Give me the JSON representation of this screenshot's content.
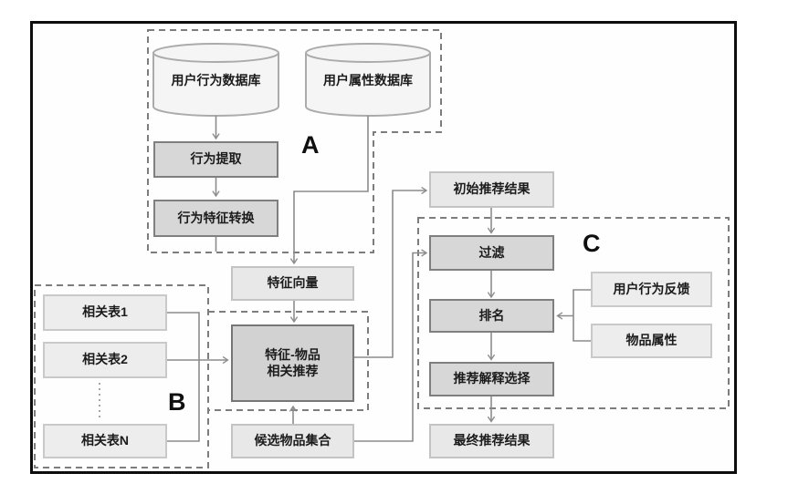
{
  "diagram_type": "flowchart",
  "section_labels": {
    "a": "A",
    "b": "B",
    "c": "C"
  },
  "databases": {
    "user_behavior_db": "用户行为数据库",
    "user_attribute_db": "用户属性数据库"
  },
  "nodes": {
    "behavior_extraction": "行为提取",
    "behavior_feature_conversion": "行为特征转换",
    "feature_vector": "特征向量",
    "feature_item_line1": "特征-物品",
    "feature_item_line2": "相关推荐",
    "initial_results": "初始推荐结果",
    "filter": "过滤",
    "ranking": "排名",
    "explanation_selection": "推荐解释选择",
    "final_results": "最终推荐结果",
    "candidate_items": "候选物品集合",
    "related_table_1": "相关表1",
    "related_table_2": "相关表2",
    "related_table_n": "相关表N",
    "user_behavior_feedback": "用户行为反馈",
    "item_attributes": "物品属性"
  },
  "edges": [
    {
      "from": "user_behavior_db",
      "to": "behavior_extraction"
    },
    {
      "from": "behavior_extraction",
      "to": "behavior_feature_conversion"
    },
    {
      "from": "behavior_feature_conversion",
      "to": "section_a_border"
    },
    {
      "from": "user_attribute_db",
      "to": "feature_vector"
    },
    {
      "from": "feature_vector",
      "to": "feature_item_recommendation"
    },
    {
      "from": "related_table_1",
      "to": "feature_item_recommendation"
    },
    {
      "from": "related_table_2",
      "to": "feature_item_recommendation"
    },
    {
      "from": "related_table_n",
      "to": "feature_item_recommendation"
    },
    {
      "from": "candidate_items",
      "to": "feature_item_recommendation"
    },
    {
      "from": "feature_item_recommendation",
      "to": "initial_results"
    },
    {
      "from": "candidate_items",
      "to": "filter"
    },
    {
      "from": "initial_results",
      "to": "filter"
    },
    {
      "from": "filter",
      "to": "ranking"
    },
    {
      "from": "user_behavior_feedback",
      "to": "ranking"
    },
    {
      "from": "item_attributes",
      "to": "ranking"
    },
    {
      "from": "ranking",
      "to": "explanation_selection"
    },
    {
      "from": "explanation_selection",
      "to": "final_results"
    }
  ],
  "colors": {
    "frame": "#0d0d0d",
    "dark_node_fill": "#d7d7d7",
    "dark_node_border": "#7f7f7f",
    "light_node_fill": "#e8e8e8",
    "light_node_border": "#c3c3c3",
    "cylinder_fill": "#f5f5f5",
    "connector": "#8c8c8c",
    "dashed_region": "#7d7d7d"
  }
}
